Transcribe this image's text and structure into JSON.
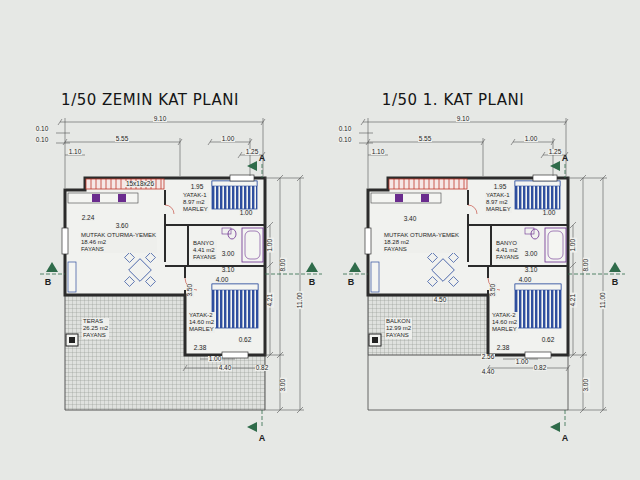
{
  "diagram": {
    "nodes": [
      {
        "text": [
          "YATAK-1",
          "8.97 m2",
          "MARLEY"
        ]
      },
      {
        "text": [
          "MUTFAK OTURMA-YEMEK",
          "18.46 m2",
          "FAYANS"
        ]
      },
      {
        "text": [
          "BANYO",
          "4.41 m2",
          "FAYANS"
        ]
      },
      {
        "text": [
          "YATAK-2",
          "14.60 m2",
          "MARLEY"
        ]
      },
      {
        "text": [
          "TERAS",
          "26.25 m2",
          "FAYANS"
        ]
      },
      {
        "text": [
          "YATAK-1",
          "8.97 m2",
          "MARLEY"
        ]
      },
      {
        "text": [
          "MUTFAK OTURMA-YEMEK",
          "18.28 m2",
          "FAYANS"
        ]
      },
      {
        "text": [
          "BANYO",
          "4.41 m2",
          "FAYANS"
        ]
      },
      {
        "text": [
          "YATAK-2",
          "14.60 m2",
          "MARLEY"
        ]
      },
      {
        "text": [
          "BALKON",
          "12.99 m2",
          "FAYANS"
        ]
      }
    ],
    "labels": [
      "1/50 ZEMIN KAT PLANI",
      "9.10",
      "5.55",
      "1.00",
      "1.25",
      "0.10",
      "0.10",
      "1.10",
      "A",
      "A",
      "B",
      "B",
      "15x18x26",
      "1.95",
      "1.00",
      "2.24",
      "3.60",
      "3.00",
      "3.10",
      "4.00",
      "3.50",
      "0.62",
      "2.38",
      "4.21",
      "1.00",
      "8.00",
      "11.00",
      "3.00",
      "4.40",
      "0.82",
      "1.00",
      "1/50 1. KAT PLANI",
      "9.10",
      "5.55",
      "1.00",
      "1.25",
      "0.10",
      "0.10",
      "1.10",
      "A",
      "A",
      "B",
      "B",
      "1.95",
      "1.00",
      "3.40",
      "4.50",
      "3.00",
      "3.10",
      "4.00",
      "3.50",
      "0.62",
      "2.38",
      "2.56",
      "4.21",
      "1.00",
      "8.00",
      "11.00",
      "3.00",
      "4.40",
      "1.00",
      "0.82"
    ]
  }
}
